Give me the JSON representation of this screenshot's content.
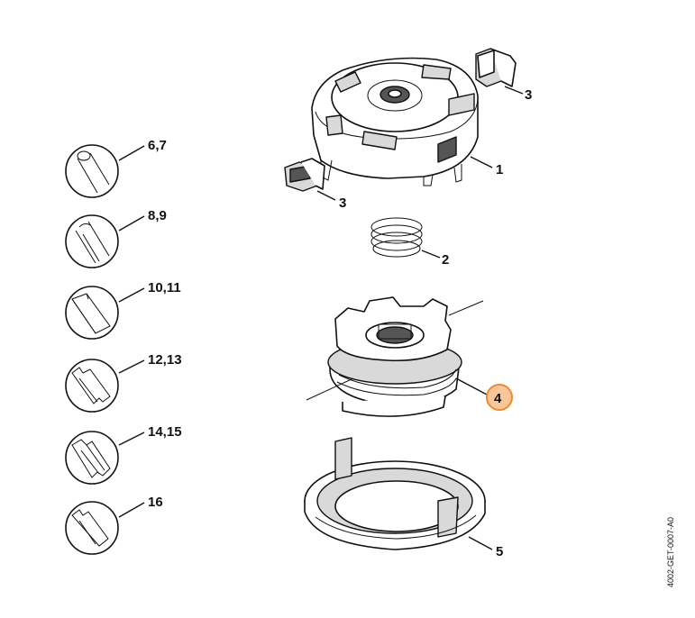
{
  "labels": {
    "p1": "1",
    "p2": "2",
    "p3a": "3",
    "p3b": "3",
    "p4": "4",
    "p5": "5"
  },
  "line_sizes": {
    "s1": "6,7",
    "s2": "8,9",
    "s3": "10,11",
    "s4": "12,13",
    "s5": "14,15",
    "s6": "16"
  },
  "doc_code": "4002-GET-0007-A0",
  "colors": {
    "highlight_fill": "#f7c79a",
    "highlight_stroke": "#ef8a2e"
  }
}
